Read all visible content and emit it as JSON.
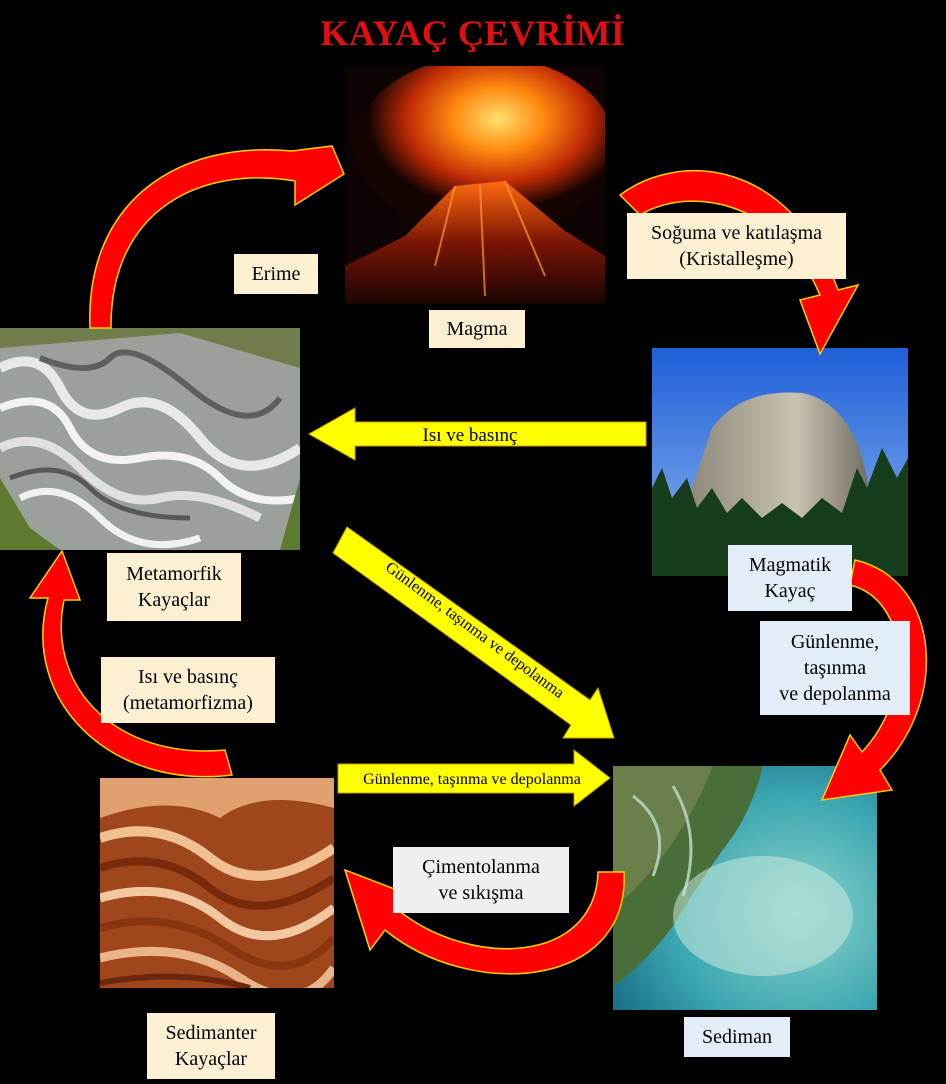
{
  "title": "KAYAÇ ÇEVRİMİ",
  "colors": {
    "title": "#e01010",
    "cycle_arrow": "#ff0000",
    "cycle_arrow_outline": "#ffd000",
    "process_arrow": "#ffff00",
    "label_bg": "#fdf0d2"
  },
  "nodes": {
    "magma": "Magma",
    "magmatik": "Magmatik\nKayaç",
    "metamorfik": "Metamorfik\nKayaçlar",
    "sedimanter": "Sedimanter\nKayaçlar",
    "sediman": "Sediman"
  },
  "processes": {
    "erime": "Erime",
    "soguma": "Soğuma ve katılaşma\n(Kristalleşme)",
    "isi_basinc": "Isı ve basınç",
    "isi_basinc_meta": "Isı ve basınç\n(metamorfizma)",
    "gunlenme_diag": "Günlenme, taşınma ve depolanma",
    "gunlenme_right": "Günlenme,\ntaşınma\nve depolanma",
    "gunlenme_bottom": "Günlenme, taşınma ve depolanma",
    "cimentolanma": "Çimentolanma\nve sıkışma"
  },
  "photos": {
    "volcano": "volcano-photo",
    "half_dome": "granite-mountain-photo",
    "folded_rock": "folded-metamorphic-rock-photo",
    "sandstone": "sandstone-wave-photo",
    "delta": "river-delta-satellite-photo"
  }
}
